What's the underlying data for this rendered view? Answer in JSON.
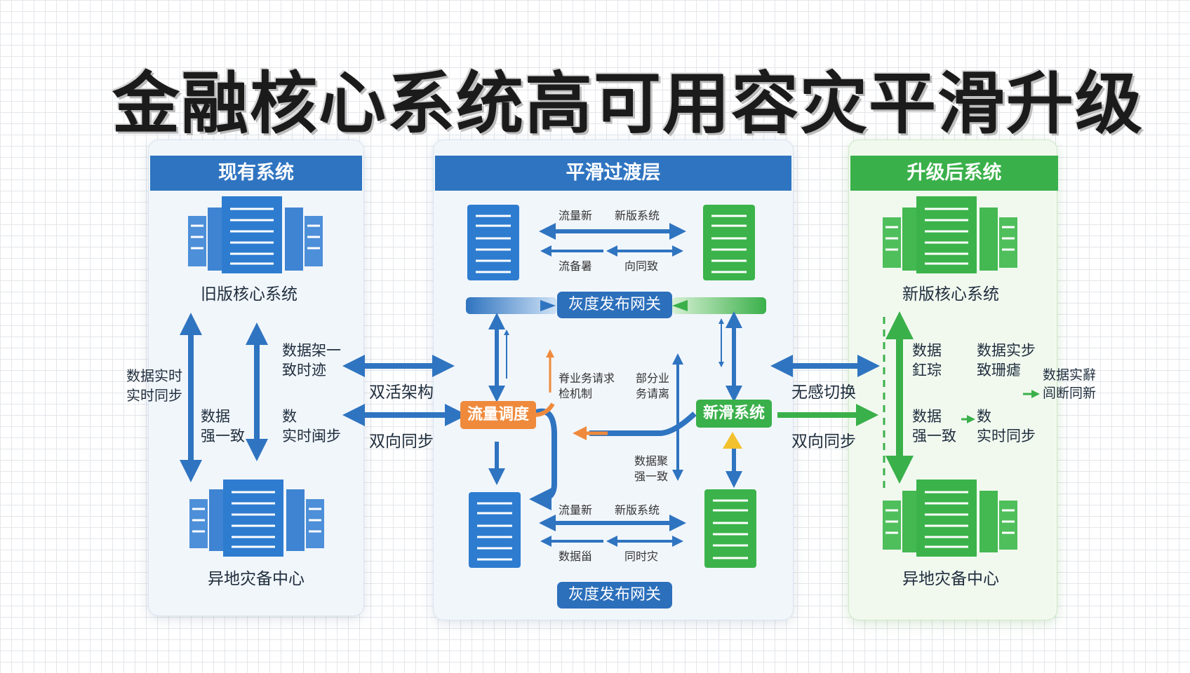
{
  "title": "金融核心系统高可用容灾平滑升级",
  "colors": {
    "blue": "#2f74c0",
    "green": "#3ab04a",
    "orange": "#ef8a3c",
    "server_blue": "#2e7cd0",
    "server_green": "#3bb34a"
  },
  "left": {
    "header": "现有系统",
    "top_server_label": "旧版核心系统",
    "bottom_server_label": "异地灾备中心",
    "outer_label": [
      "数据实时",
      "实时同步"
    ],
    "inner_top_label": [
      "数据架一",
      "致时迹"
    ],
    "inner_mid_label": [
      "数据",
      "强一致"
    ],
    "inner_right_label": [
      "数",
      "实时闽步"
    ]
  },
  "connectors": {
    "left_top": "双活架构",
    "left_bottom": "双向同步",
    "right_top": "无感切换",
    "right_bottom": "双向同步"
  },
  "middle": {
    "header": "平滑过渡层",
    "top_labels": [
      "流量新",
      "新版系统",
      "流备暑",
      "向同致"
    ],
    "bottom_labels": [
      "流量新",
      "新版系统",
      "数据甾",
      "同时灾"
    ],
    "gateway_top": "灰度发布网关",
    "gateway_bottom": "灰度发布网关",
    "node_traffic": "流量调度",
    "node_new": "新滑系统",
    "center_left_label": [
      "脊业务请求",
      "检机制"
    ],
    "center_right_label": [
      "部分业",
      "务请离"
    ],
    "center_bottom_label": [
      "数据聚",
      "强一致"
    ]
  },
  "right": {
    "header": "升级后系统",
    "top_server_label": "新版核心系统",
    "bottom_server_label": "异地灾备中心",
    "label_a": [
      "数据",
      "釭琮"
    ],
    "label_b": [
      "数据实步",
      "致珊瘧"
    ],
    "label_c": [
      "数据",
      "强一致"
    ],
    "label_d": [
      "数",
      "实时同步"
    ],
    "outer_label": [
      "数据实辭",
      "闾断同新"
    ]
  }
}
